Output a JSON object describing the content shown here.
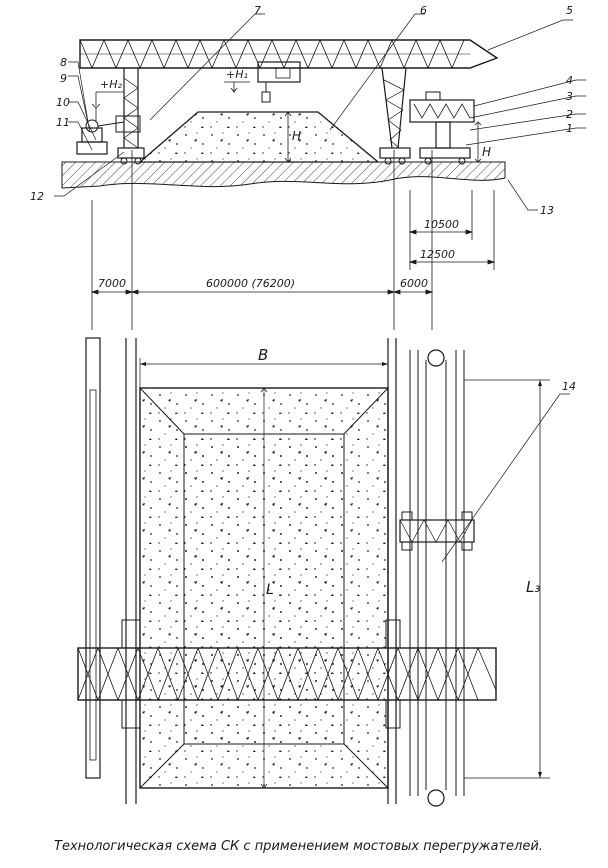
{
  "callouts": [
    "1",
    "2",
    "3",
    "4",
    "5",
    "6",
    "7",
    "8",
    "9",
    "10",
    "11",
    "12",
    "13",
    "14"
  ],
  "levels": {
    "h2": "+H₂",
    "h1": "+H₁",
    "h": "H"
  },
  "dimensions": {
    "d10500": "10500",
    "d12500": "12500",
    "d7000": "7000",
    "d600000": "600000  (76200)",
    "d6000": "6000"
  },
  "plan_labels": {
    "b": "B",
    "l": "L",
    "l3": "L₃"
  },
  "caption": "Технологическая схема СК с применением мостовых перегружателей."
}
